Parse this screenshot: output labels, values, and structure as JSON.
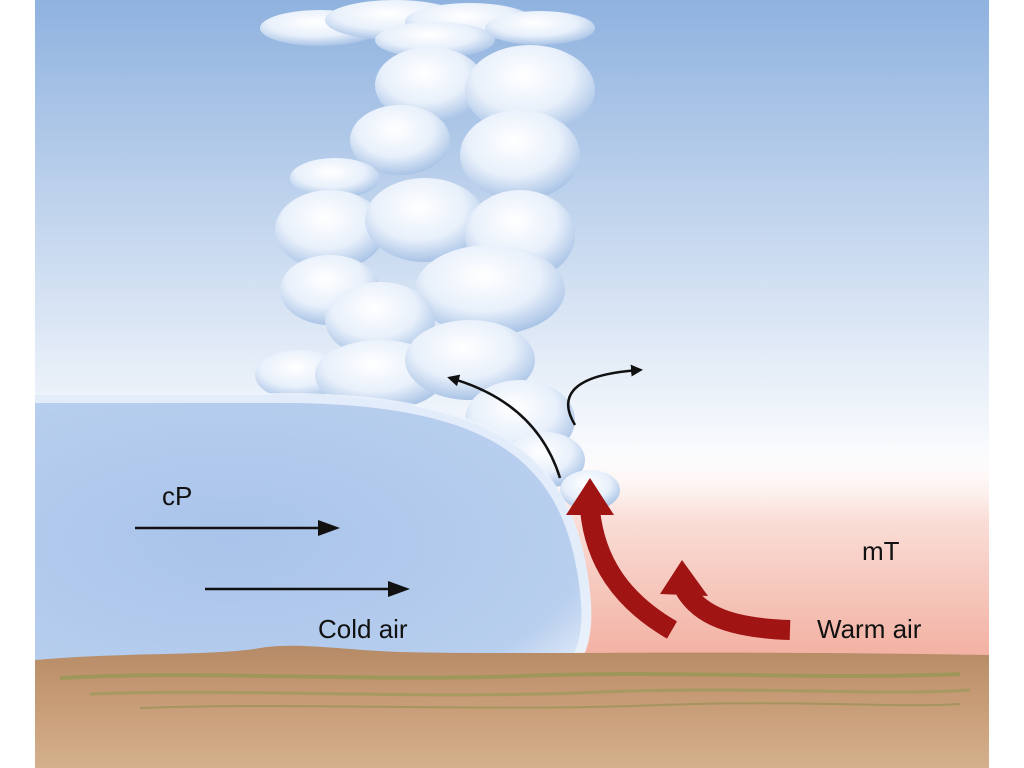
{
  "labels": {
    "cold_mass": "cP",
    "warm_mass": "mT",
    "cold_air": "Cold air",
    "warm_air": "Warm air"
  },
  "colors": {
    "sky_top": "#8fb2df",
    "sky_bottom": "#ffffff",
    "warm_air_tint": "#f0a08e",
    "cold_air_mass": "#a9c3ea",
    "cloud": "#e8f0fb",
    "cloud_shadow": "#9dbbe2",
    "ground": "#c59a74",
    "grass": "#8a9a4c",
    "warm_arrow": "#a11414",
    "flow_arrow": "#111111"
  }
}
